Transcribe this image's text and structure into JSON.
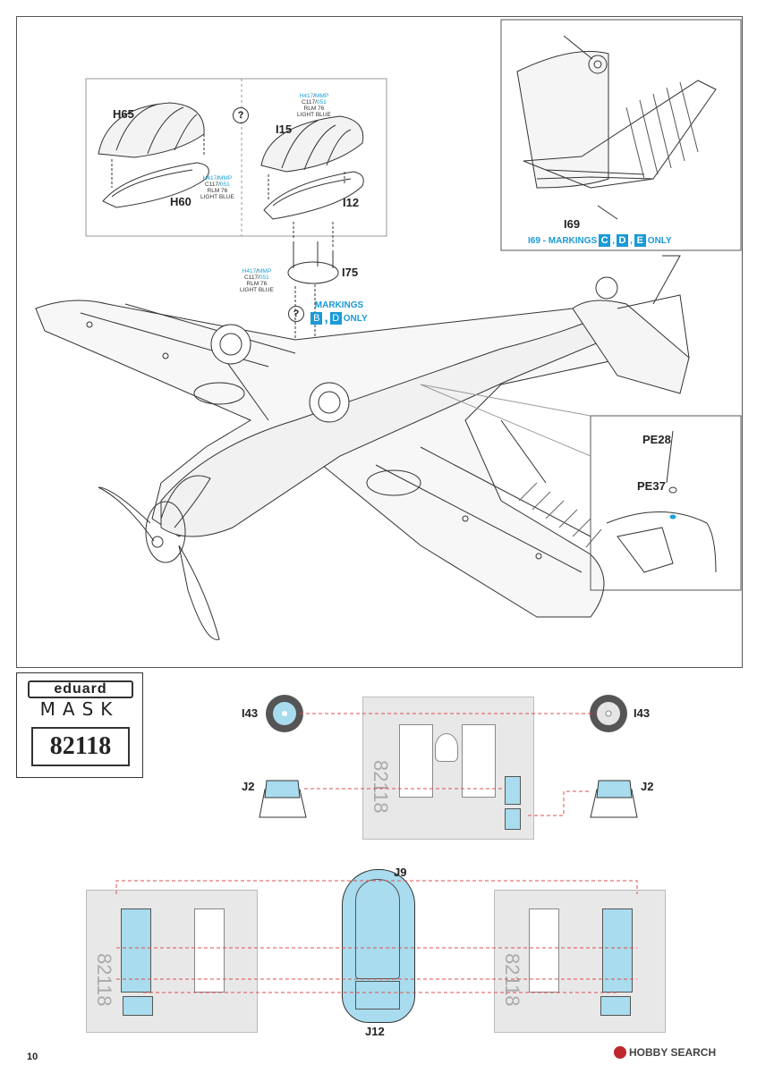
{
  "page_number": "10",
  "top_diagram": {
    "canopy_left": {
      "part_a": "H65",
      "part_b": "H60"
    },
    "canopy_right": {
      "part_a": "I15",
      "part_b": "I12"
    },
    "help_symbol": "?",
    "paint_callout": {
      "line1a": "H417",
      "line1b": "MMP",
      "line2a": "C117",
      "line2b": "051",
      "line3": "RLM 76",
      "line4": "LIGHT BLUE"
    },
    "part_i75": "I75",
    "markings_bd": {
      "text": "MARKINGS",
      "letter1": "B",
      "letter2": "D",
      "suffix": "ONLY"
    },
    "inset_tail": {
      "part": "I69",
      "markings_prefix": "I69 - MARKINGS",
      "letter1": "C",
      "letter2": "D",
      "letter3": "E",
      "suffix": "ONLY"
    },
    "inset_wing": {
      "part_a": "PE28",
      "part_b": "PE37"
    }
  },
  "mask_section": {
    "logo_brand": "eduard",
    "logo_type": "MASK",
    "code": "82118",
    "labels": {
      "wheel_left": "I43",
      "wheel_right": "I43",
      "glass_left": "J2",
      "glass_right": "J2",
      "canopy_top": "J9",
      "canopy_bottom": "J12"
    },
    "sheet_number": "82118"
  },
  "watermark": "HOBBY SEARCH",
  "colors": {
    "mask_fill": "#a8dcee",
    "accent": "#1a9ad6",
    "leader": "#e05050"
  }
}
